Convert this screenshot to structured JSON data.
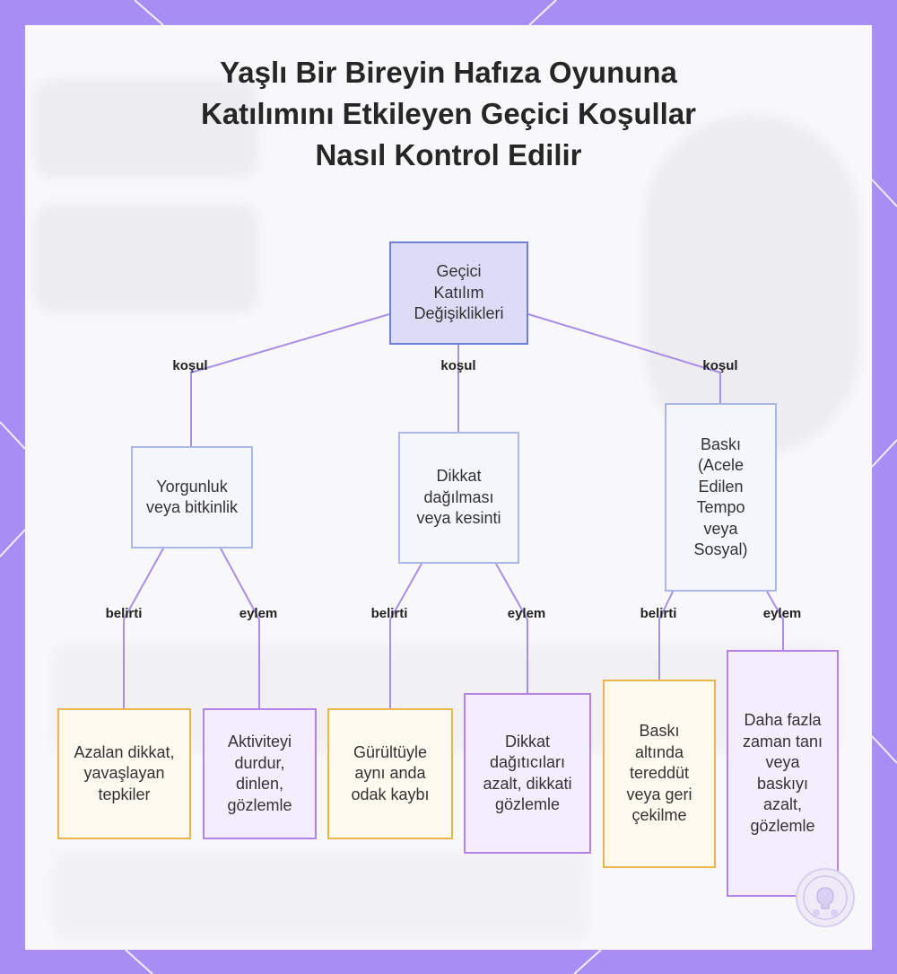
{
  "diagram": {
    "title": [
      "Yaşlı Bir Bireyin Hafıza Oyununa",
      "Katılımını Etkileyen Geçici Koşullar",
      "Nasıl Kontrol Edilir"
    ],
    "root": "Geçici Katılım Değişiklikleri",
    "edge_labels": {
      "condition": "koşul",
      "symptom": "belirti",
      "action": "eylem"
    },
    "conditions": [
      {
        "label": "Yorgunluk veya bitkinlik",
        "symptom": "Azalan dikkat, yavaşlayan tepkiler",
        "action": "Aktiviteyi durdur, dinlen, gözlemle"
      },
      {
        "label": "Dikkat dağılması veya kesinti",
        "symptom": "Gürültüyle aynı anda odak kaybı",
        "action": "Dikkat dağıtıcıları azalt, dikkati gözlemle"
      },
      {
        "label": "Baskı (Acele Edilen Tempo veya Sosyal)",
        "symptom": "Baskı altında tereddüt veya geri çekilme",
        "action": "Daha fazla zaman tanı veya baskıyı azalt, gözlemle"
      }
    ],
    "colors": {
      "frame": "#a88df5",
      "root_fill": "#dcdcf8",
      "root_border": "#6f7fd8",
      "condition_border": "#a9b8e6",
      "symptom_border": "#e8b550",
      "action_border": "#b383e6",
      "connector": "#a98ee8"
    }
  }
}
